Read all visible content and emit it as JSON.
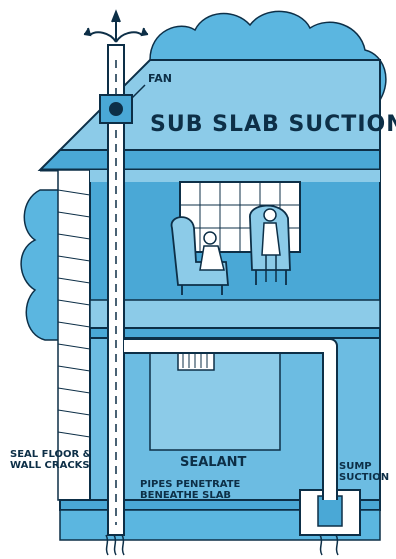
{
  "colors": {
    "sky_blue": "#5bb6e0",
    "roof_blue": "#4aa8d6",
    "wall_light": "#8ccbe8",
    "basement_blue": "#6cbce2",
    "ink": "#0d2f47",
    "pipe": "#ffffff"
  },
  "labels": {
    "title": "SUB SLAB SUCTION",
    "fan": "FAN",
    "sealant": "SEALANT",
    "seal_line1": "SEAL FLOOR &",
    "seal_line2": "WALL CRACKS",
    "pipes_line1": "PIPES PENETRATE",
    "pipes_line2": "BENEATHE SLAB",
    "sump_line1": "SUMP",
    "sump_line2": "SUCTION"
  },
  "icons": [
    "fan-icon",
    "airflow-arrow-icon",
    "chair-icon",
    "person-icon",
    "window-icon",
    "vent-icon"
  ]
}
